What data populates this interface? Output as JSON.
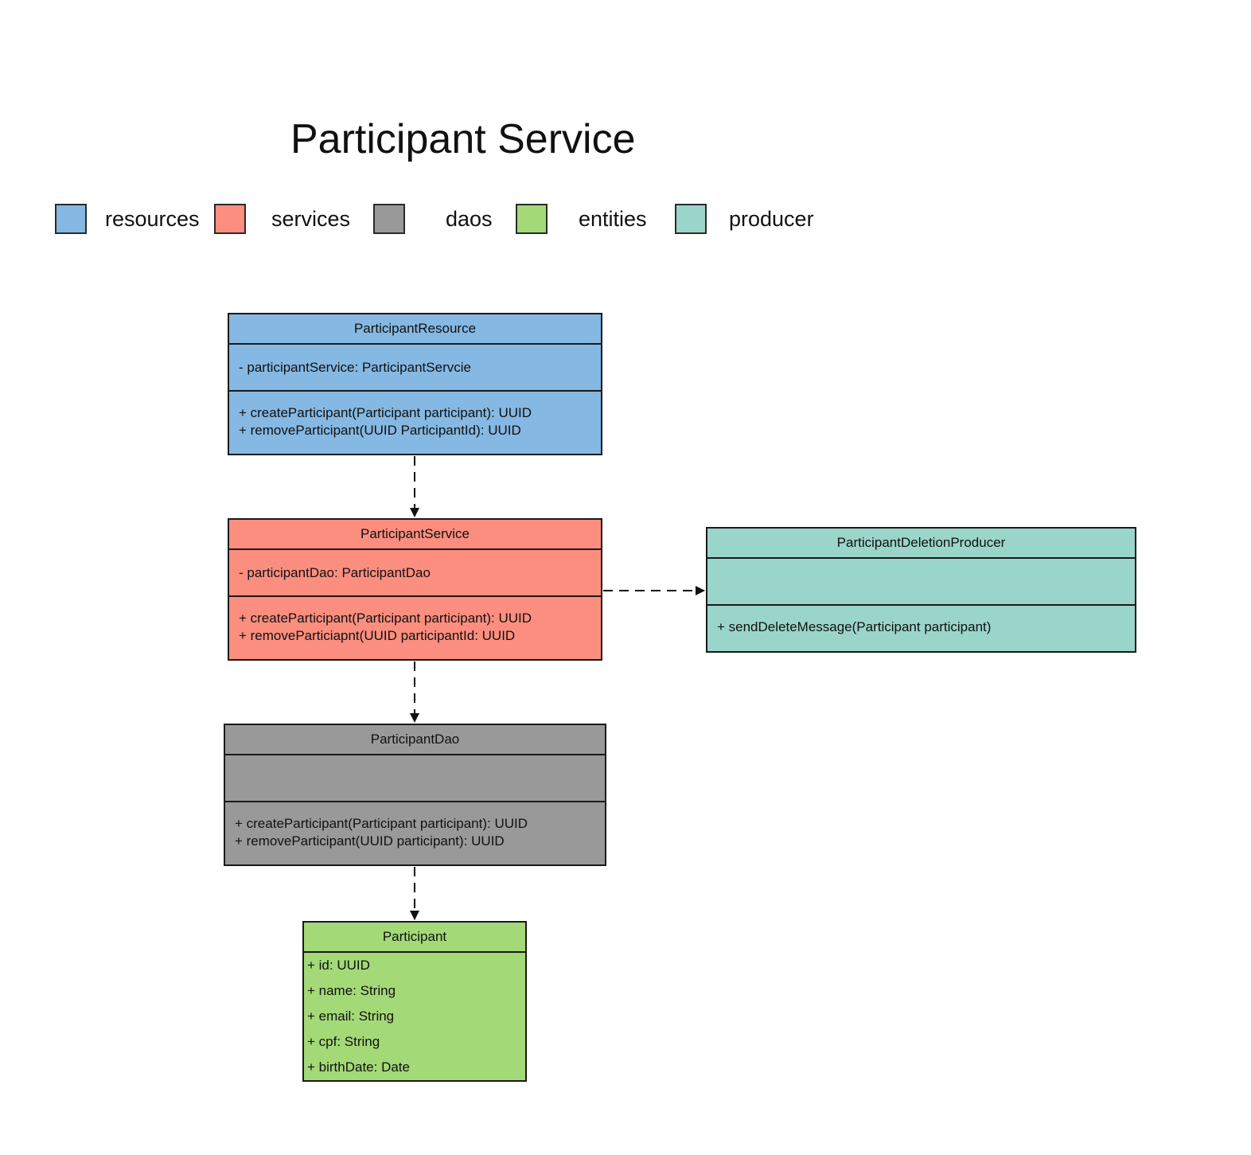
{
  "title": "Participant Service",
  "colors": {
    "resources": "#85b8e2",
    "services": "#fb8e7f",
    "daos": "#999999",
    "entities": "#a3d977",
    "producer": "#9ad5ca"
  },
  "legend": [
    {
      "label": "resources",
      "color": "#85b8e2"
    },
    {
      "label": "services",
      "color": "#fb8e7f"
    },
    {
      "label": "daos",
      "color": "#999999"
    },
    {
      "label": "entities",
      "color": "#a3d977"
    },
    {
      "label": "producer",
      "color": "#9ad5ca"
    }
  ],
  "classes": {
    "resource": {
      "name": "ParticipantResource",
      "attributes": [
        "- participantService: ParticipantServcie"
      ],
      "operations": [
        "+ createParticipant(Participant participant): UUID",
        "+ removeParticipant(UUID ParticipantId): UUID"
      ]
    },
    "service": {
      "name": "ParticipantService",
      "attributes": [
        "- participantDao: ParticipantDao"
      ],
      "operations": [
        "+ createParticipant(Participant participant): UUID",
        "+ removeParticiapnt(UUID participantId: UUID"
      ]
    },
    "producer": {
      "name": "ParticipantDeletionProducer",
      "attributes": [],
      "operations": [
        "+ sendDeleteMessage(Participant participant)"
      ]
    },
    "dao": {
      "name": "ParticipantDao",
      "attributes": [],
      "operations": [
        "+ createParticipant(Participant participant): UUID",
        "+ removeParticipant(UUID participant): UUID"
      ]
    },
    "entity": {
      "name": "Participant",
      "fields": [
        "+ id: UUID",
        "+ name: String",
        "+ email: String",
        "+ cpf: String",
        "+ birthDate: Date"
      ]
    }
  },
  "relations": [
    {
      "from": "ParticipantResource",
      "to": "ParticipantService",
      "style": "dashed"
    },
    {
      "from": "ParticipantService",
      "to": "ParticipantDeletionProducer",
      "style": "dashed"
    },
    {
      "from": "ParticipantService",
      "to": "ParticipantDao",
      "style": "dashed"
    },
    {
      "from": "ParticipantDao",
      "to": "Participant",
      "style": "dashed"
    }
  ]
}
